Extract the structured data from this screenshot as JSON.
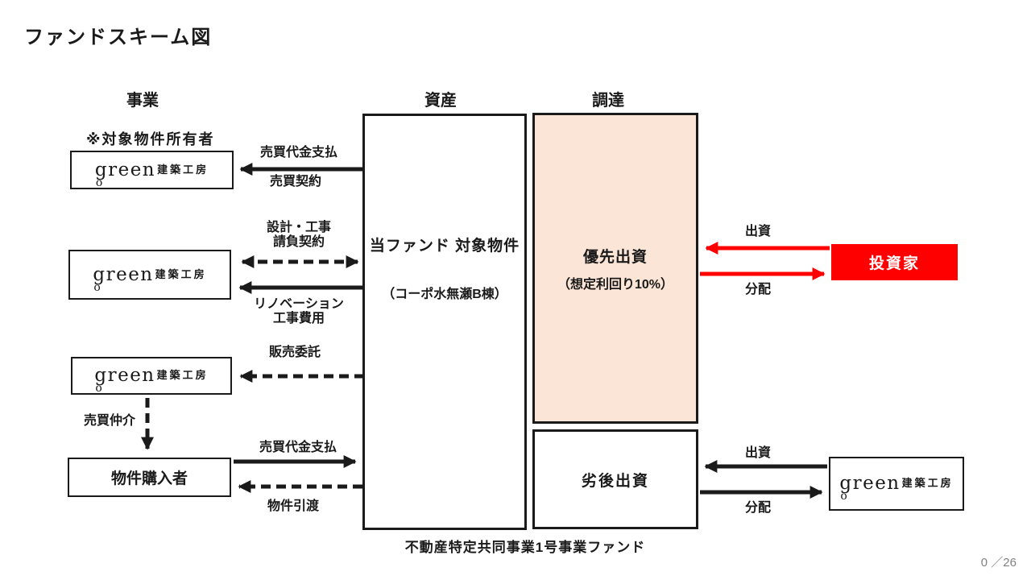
{
  "colors": {
    "accent_red": "#FF0000",
    "senior_bg": "#FBE5D6",
    "ink": "#1a1a1a",
    "muted": "#808080"
  },
  "title": "ファンドスキーム図",
  "column_headers": {
    "business": "事業",
    "asset": "資産",
    "funding": "調達"
  },
  "owner_note": "※対象物件所有者",
  "logo": {
    "latin": "green",
    "kanji": "建築工房",
    "sub": "o"
  },
  "boxes": {
    "fund_property": {
      "line1": "当ファンド",
      "line2": "対象物件",
      "subtitle": "（コーポ水無瀬B棟）"
    },
    "senior_equity": {
      "title": "優先出資",
      "subtitle": "（想定利回り10%）"
    },
    "subordinated_equity": {
      "title": "劣後出資"
    },
    "investor": {
      "title": "投資家"
    },
    "property_buyer": {
      "title": "物件購入者"
    }
  },
  "arrow_labels": {
    "payment_top": "売買代金支払",
    "sales_contract": "売買契約",
    "design_contract_line1": "設計・工事",
    "design_contract_line2": "請負契約",
    "renovation_line1": "リノベーション",
    "renovation_line2": "工事費用",
    "sales_consignment": "販売委託",
    "sales_brokerage": "売買仲介",
    "payment_bottom": "売買代金支払",
    "property_handover": "物件引渡",
    "investment_senior": "出資",
    "distribution_senior": "分配",
    "investment_sub": "出資",
    "distribution_sub": "分配"
  },
  "footer": {
    "caption": "不動産特定共同事業1号事業ファンド",
    "page_number": "0 ／26"
  }
}
